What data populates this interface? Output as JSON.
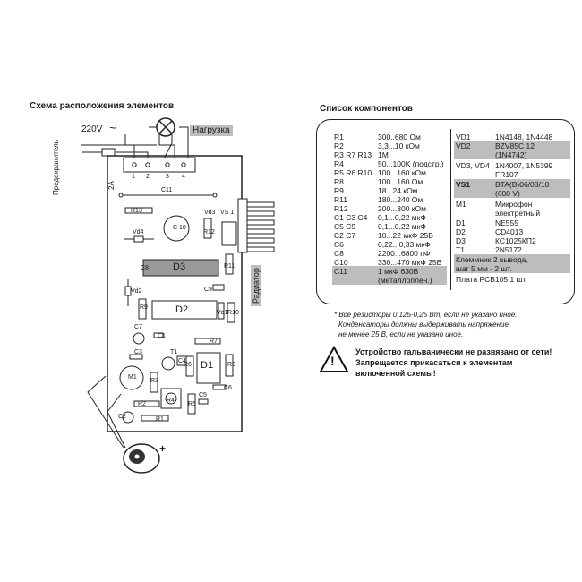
{
  "layout_title": "Схема расположения элементов",
  "list_title": "Список компонентов",
  "supply": {
    "voltage": "220V",
    "tilde": "~"
  },
  "load_label": "Нагрузка",
  "fuse_label": "Предохранитель",
  "fuse_rating": "2A",
  "radiator_label": "Радиатор",
  "terminals": [
    "1",
    "2",
    "3",
    "4"
  ],
  "board_parts": {
    "c11": "C11",
    "r13": "R13",
    "vd3": "Vd3",
    "vs1": "VS 1",
    "vd4": "Vd4",
    "c10": "C 10",
    "r12": "R12",
    "d3": "D3",
    "c8": "C8",
    "r11": "R11",
    "vd2": "Vd2",
    "c9": "C9",
    "r9": "R9",
    "d2": "D2",
    "vd1": "Vd1",
    "r10": "R10",
    "c7": "C7",
    "c1": "C1",
    "r7": "R7",
    "c3": "C3",
    "t1": "T1",
    "c4": "C4",
    "r6": "R6",
    "d1": "D1",
    "r8": "R8",
    "m1": "M1",
    "r3": "R3",
    "c6": "C6",
    "c5": "C5",
    "r5": "R5",
    "r4": "R4",
    "r2": "R2",
    "c2": "C2",
    "r1": "R1"
  },
  "speaker_plus": "+",
  "components_left": [
    {
      "ref": "R1",
      "val": "300..680 Ом"
    },
    {
      "ref": "R2",
      "val": "3,3...10 кОм"
    },
    {
      "ref": "R3 R7 R13",
      "val": "1М"
    },
    {
      "ref": "R4",
      "val": "50...100K (подстр.)"
    },
    {
      "ref": "R5 R6 R10",
      "val": "100...160 кОм"
    },
    {
      "ref": "R8",
      "val": "100...160 Ом"
    },
    {
      "ref": "R9",
      "val": "18...24 кОм"
    },
    {
      "ref": "R11",
      "val": "180...240 Ом"
    },
    {
      "ref": "R12",
      "val": "200...300 кОм"
    },
    {
      "ref": "C1 C3 C4",
      "val": "0,1...0,22 мкФ"
    },
    {
      "ref": "C5 C9",
      "val": "0,1...0,22 мкФ"
    },
    {
      "ref": "C2 C7",
      "val": "10...22 мкФ 25В"
    },
    {
      "ref": "C6",
      "val": "0,22...0,33 мкФ"
    },
    {
      "ref": "C8",
      "val": "2200...6800 пФ"
    },
    {
      "ref": "C10",
      "val": "330...470 мкФ 25В"
    },
    {
      "ref": "C11",
      "val": "1 мкФ 630В"
    }
  ],
  "c11_extra": "(металлоплён.)",
  "components_right": [
    {
      "ref": "VD1",
      "val": "1N4148, 1N4448"
    },
    {
      "ref": "VD2",
      "val": "BZV85C 12"
    },
    {
      "ref": "",
      "val": "(1N4742)"
    },
    {
      "ref": "VD3, VD4",
      "val": "1N4007, 1N5399"
    },
    {
      "ref": "",
      "val": "FR107"
    },
    {
      "ref": "VS1",
      "val": "BTA(B)06/08/10"
    },
    {
      "ref": "",
      "val": "(600 V)"
    },
    {
      "ref": "M1",
      "val": "Микрофон"
    },
    {
      "ref": "",
      "val": "электретный"
    },
    {
      "ref": "D1",
      "val": "NE555"
    },
    {
      "ref": "D2",
      "val": "CD4013"
    },
    {
      "ref": "D3",
      "val": "КС1025КП2"
    },
    {
      "ref": "T1",
      "val": "2N5172"
    }
  ],
  "terminal_block": [
    "Клеммник 2 вывода,",
    "шаг 5 мм - 2 шт."
  ],
  "pcb_line": "Плата PCB105 1 шт.",
  "notes": [
    "* Все резисторы 0,125-0,25 Вт, если не указано иное.",
    "Конденсаторы должны выдерживать напряжение",
    "не менее 25 В, если не указано иное."
  ],
  "warning_symbol": "!",
  "warning": [
    "Устройство гальванически не развязано от сети!",
    "Запрещается прикасаться к элементам",
    "включенной схемы!"
  ]
}
